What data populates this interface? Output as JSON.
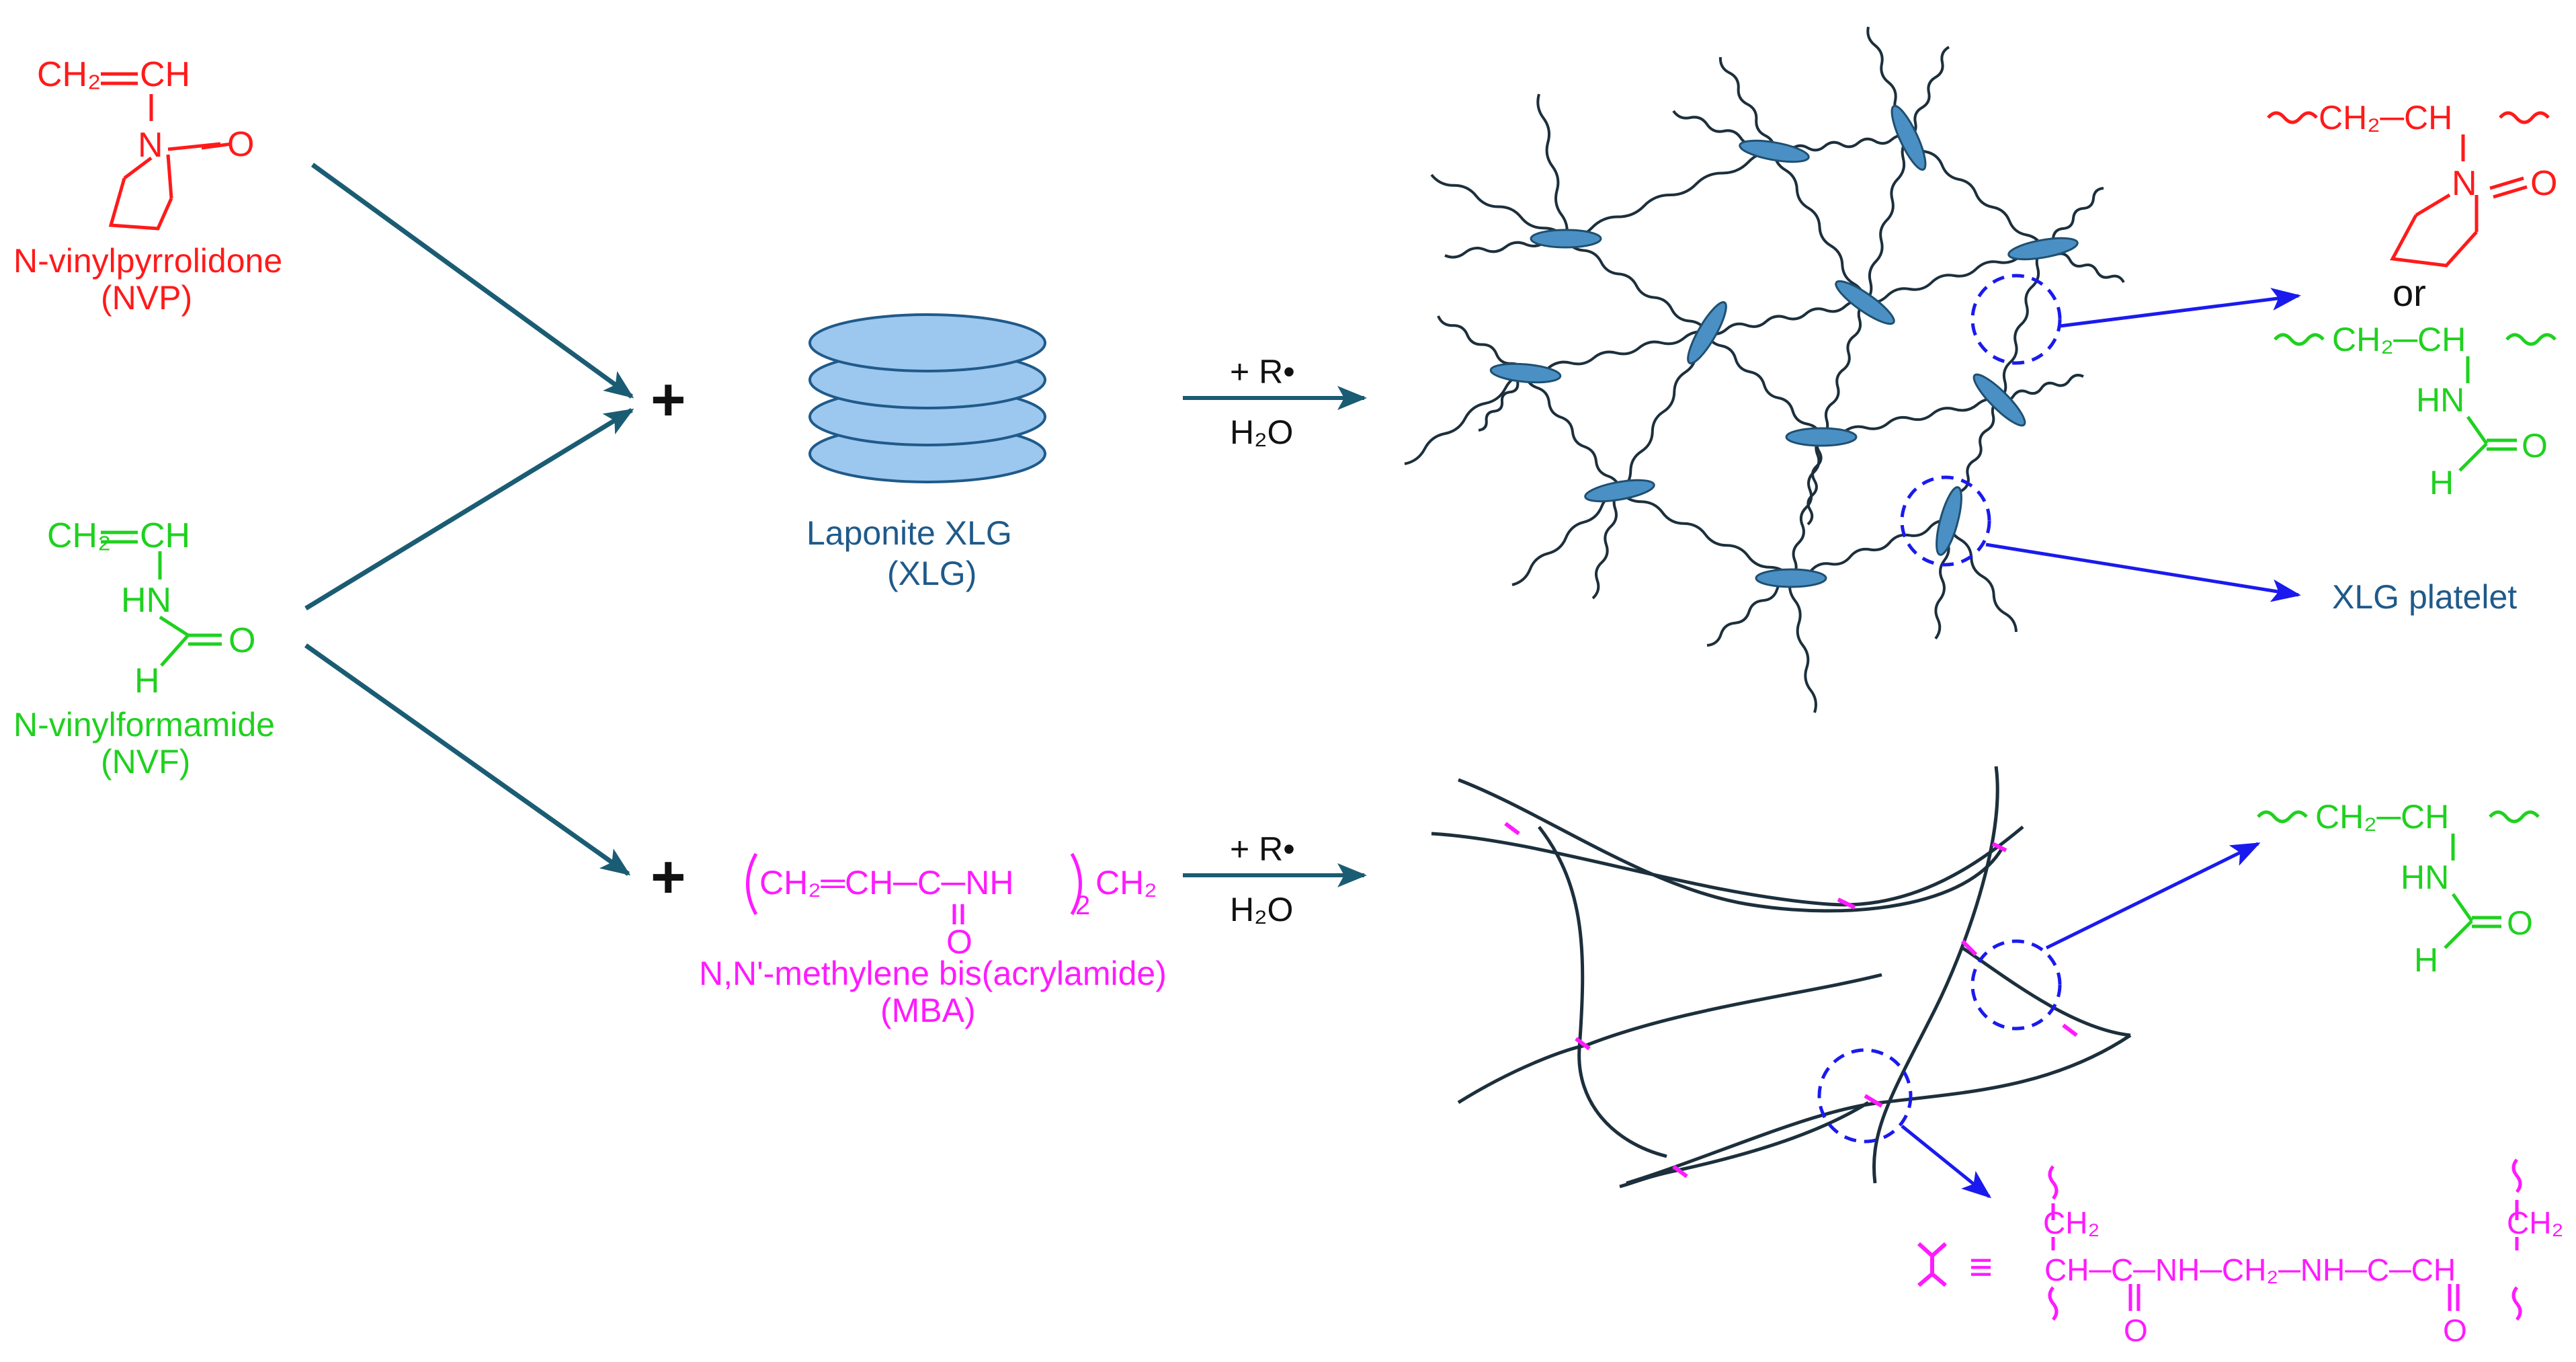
{
  "colors": {
    "nvp": "#ff1a1a",
    "nvf": "#1fd11f",
    "mba": "#ff1aff",
    "arrow": "#1a5c73",
    "chain": "#1c2f3c",
    "platelet": "#4a90c4",
    "highlight": "#1a1aee",
    "xlg": "#1f5a8a",
    "black": "#111111"
  },
  "nvp": {
    "ch2": "CH₂",
    "ch": "CH",
    "n": "N",
    "o": "O",
    "name": "N-vinylpyrrolidone",
    "abbr": "(NVP)"
  },
  "nvf": {
    "ch2": "CH₂",
    "ch": "CH",
    "hn": "HN",
    "h": "H",
    "o": "O",
    "name": "N-vinylformamide",
    "abbr": "(NVF)"
  },
  "xlg": {
    "name": "Laponite XLG",
    "abbr": "(XLG)"
  },
  "mba": {
    "formula_main": "CH₂═CH─C─NH",
    "sub": "2",
    "tail": "CH₂",
    "o": "O",
    "name": "N,N'-methylene bis(acrylamide)",
    "abbr": "(MBA)"
  },
  "plus": "+",
  "reaction": {
    "reagent": "+ R•",
    "solvent": "H₂O"
  },
  "right_top": {
    "pvp_chain": "CH₂─CH",
    "or": "or",
    "pvf_chain": "CH₂─CH",
    "n": "N",
    "o": "O",
    "hn": "HN",
    "h": "H"
  },
  "platelet_label": "XLG platelet",
  "right_bottom": {
    "pvf_chain": "CH₂─CH",
    "hn": "HN",
    "h": "H",
    "o": "O"
  },
  "crosslink": {
    "equiv": "≡",
    "top_left": "CH₂",
    "top_right": "CH₂",
    "chain": "CH─C─NH─CH₂─NH─C─CH",
    "o1": "O",
    "o2": "O"
  }
}
